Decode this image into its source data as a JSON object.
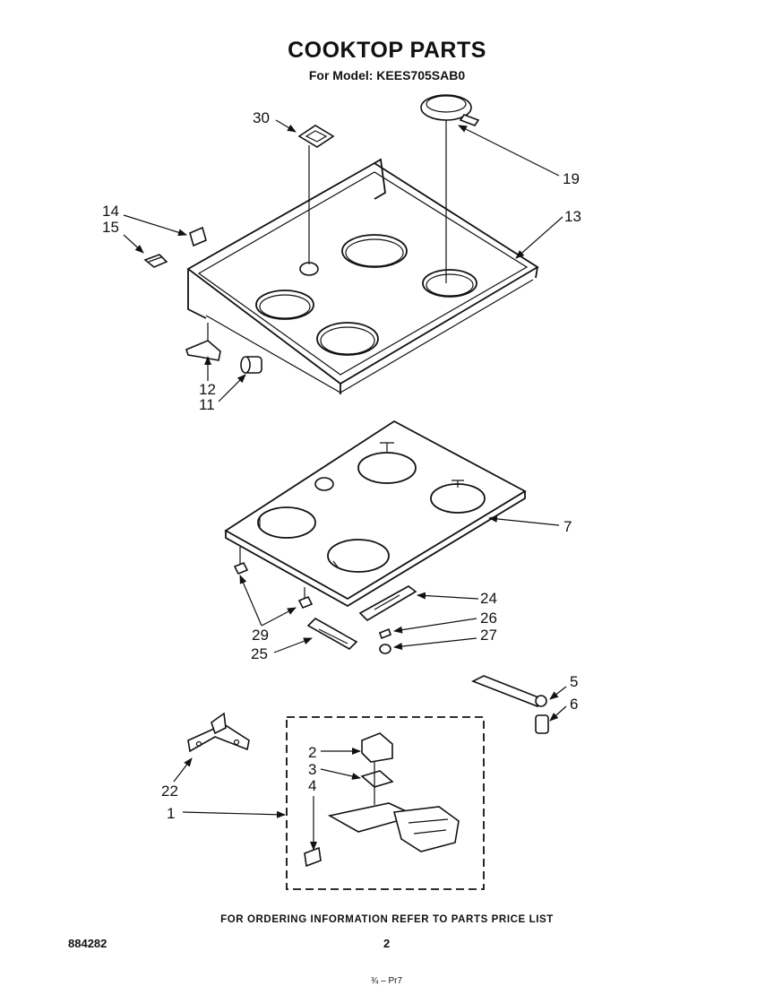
{
  "header": {
    "title": "COOKTOP PARTS",
    "subtitle": "For Model: KEES705SAB0"
  },
  "callouts": [
    "30",
    "19",
    "14",
    "15",
    "13",
    "12",
    "11",
    "7",
    "24",
    "26",
    "27",
    "29",
    "25",
    "5",
    "6",
    "2",
    "3",
    "4",
    "22",
    "1"
  ],
  "footer": {
    "ordering_note": "FOR ORDERING INFORMATION REFER TO PARTS PRICE LIST",
    "doc_number": "884282",
    "page_number": "2",
    "bottom_mark": "¾ – Pr7"
  }
}
